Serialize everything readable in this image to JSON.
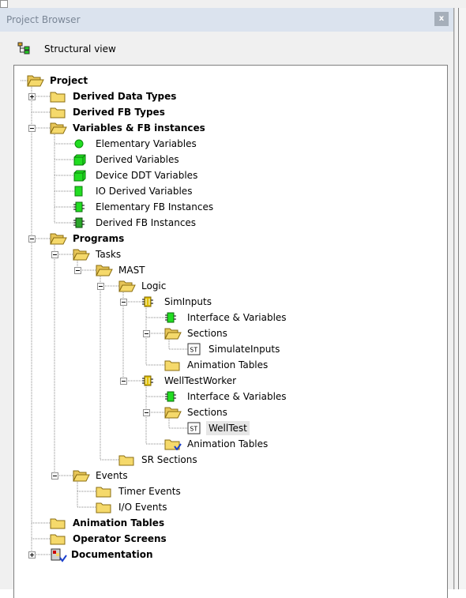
{
  "panel": {
    "title": "Project Browser",
    "close_label": "x"
  },
  "view": {
    "label": "Structural view",
    "icon": "structural-view-icon"
  },
  "colors": {
    "folder": "#f5d96b",
    "green": "#22dd22",
    "fb": "#e0c000"
  },
  "tree": [
    {
      "id": "project",
      "label": "Project",
      "level": 0,
      "icon": "open-folder",
      "bold": true
    },
    {
      "id": "derived-data-types",
      "label": "Derived Data Types",
      "level": 1,
      "icon": "folder",
      "bold": true,
      "expander": "plus"
    },
    {
      "id": "derived-fb-types",
      "label": "Derived FB Types",
      "level": 1,
      "icon": "folder",
      "bold": true
    },
    {
      "id": "variables-fb-instances",
      "label": "Variables & FB instances",
      "level": 1,
      "icon": "open-folder",
      "bold": true,
      "expander": "minus"
    },
    {
      "id": "elementary-variables",
      "label": "Elementary Variables",
      "level": 2,
      "icon": "green-dot"
    },
    {
      "id": "derived-variables",
      "label": "Derived Variables",
      "level": 2,
      "icon": "green-cube"
    },
    {
      "id": "device-ddt-variables",
      "label": "Device DDT Variables",
      "level": 2,
      "icon": "green-cube"
    },
    {
      "id": "io-derived-variables",
      "label": "IO Derived Variables",
      "level": 2,
      "icon": "green-block"
    },
    {
      "id": "elementary-fb-instances",
      "label": "Elementary FB Instances",
      "level": 2,
      "icon": "green-fb"
    },
    {
      "id": "derived-fb-instances",
      "label": "Derived FB Instances",
      "level": 2,
      "icon": "green-fb-dark"
    },
    {
      "id": "programs",
      "label": "Programs",
      "level": 1,
      "icon": "open-folder",
      "bold": true,
      "expander": "minus"
    },
    {
      "id": "tasks",
      "label": "Tasks",
      "level": 2,
      "icon": "open-folder",
      "expander": "minus"
    },
    {
      "id": "mast",
      "label": "MAST",
      "level": 3,
      "icon": "open-folder",
      "expander": "minus"
    },
    {
      "id": "logic",
      "label": "Logic",
      "level": 4,
      "icon": "open-folder",
      "expander": "minus"
    },
    {
      "id": "siminputs",
      "label": "SimInputs",
      "level": 5,
      "icon": "yellow-fb",
      "expander": "minus"
    },
    {
      "id": "siminputs-interface",
      "label": "Interface & Variables",
      "level": 6,
      "icon": "green-fb"
    },
    {
      "id": "siminputs-sections",
      "label": "Sections",
      "level": 6,
      "icon": "open-folder",
      "expander": "minus"
    },
    {
      "id": "simulateinputs",
      "label": "SimulateInputs",
      "level": 7,
      "icon": "st"
    },
    {
      "id": "siminputs-animation",
      "label": "Animation Tables",
      "level": 6,
      "icon": "folder"
    },
    {
      "id": "welltestworker",
      "label": "WellTestWorker",
      "level": 5,
      "icon": "yellow-fb",
      "expander": "minus"
    },
    {
      "id": "welltestworker-interface",
      "label": "Interface & Variables",
      "level": 6,
      "icon": "green-fb"
    },
    {
      "id": "welltestworker-sections",
      "label": "Sections",
      "level": 6,
      "icon": "open-folder",
      "expander": "minus"
    },
    {
      "id": "welltest",
      "label": "WellTest",
      "level": 7,
      "icon": "st",
      "selected": true
    },
    {
      "id": "welltestworker-animation",
      "label": "Animation Tables",
      "level": 6,
      "icon": "folder-check"
    },
    {
      "id": "sr-sections",
      "label": "SR Sections",
      "level": 4,
      "icon": "folder"
    },
    {
      "id": "events",
      "label": "Events",
      "level": 2,
      "icon": "open-folder",
      "expander": "minus"
    },
    {
      "id": "timer-events",
      "label": "Timer Events",
      "level": 3,
      "icon": "folder"
    },
    {
      "id": "io-events",
      "label": "I/O Events",
      "level": 3,
      "icon": "folder"
    },
    {
      "id": "animation-tables",
      "label": "Animation Tables",
      "level": 1,
      "icon": "folder",
      "bold": true
    },
    {
      "id": "operator-screens",
      "label": "Operator Screens",
      "level": 1,
      "icon": "folder",
      "bold": true
    },
    {
      "id": "documentation",
      "label": "Documentation",
      "level": 1,
      "icon": "documentation",
      "bold": true,
      "expander": "plus"
    }
  ]
}
